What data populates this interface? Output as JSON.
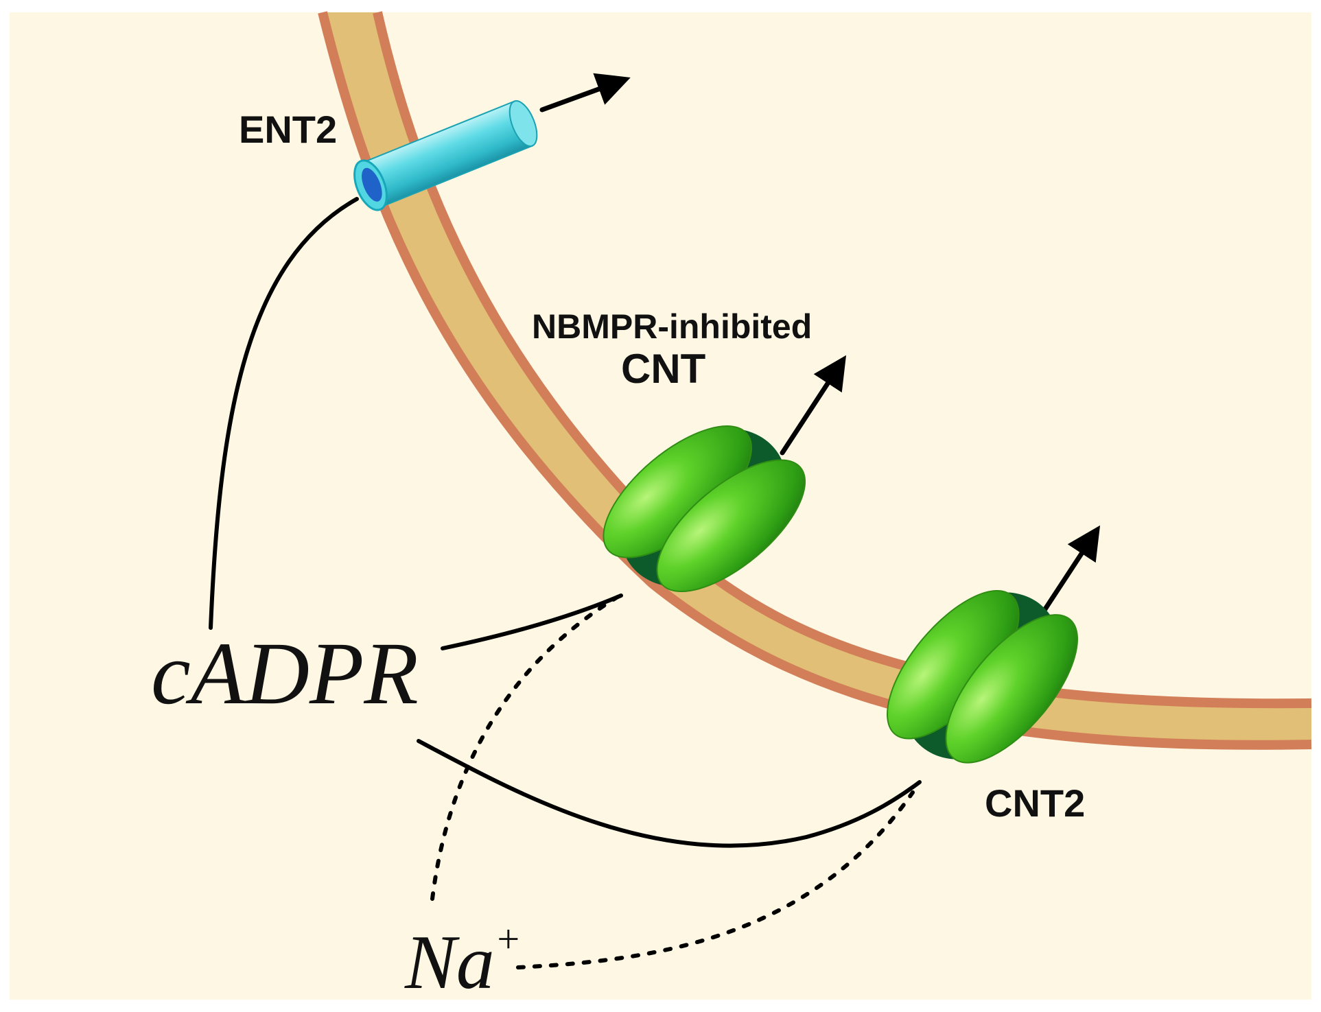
{
  "labels": {
    "ent2": "ENT2",
    "nbmpr_line1": "NBMPR-inhibited",
    "nbmpr_line2": "CNT",
    "cnt2": "CNT2",
    "cadpr": "cADPR",
    "na": "Na",
    "na_superscript": "+"
  },
  "colors": {
    "background": "#fdf7e3",
    "membrane_fill": "#e2bf76",
    "membrane_edge": "#d27f59",
    "channel_cyan": "#3fd0dc",
    "transporter_green": "#44c61c",
    "transporter_dark": "#0d5a2a",
    "arrow": "#000000"
  },
  "icons": {
    "ent2": "cylinder-channel-icon",
    "cnt": "split-ellipsoid-transporter-icon"
  }
}
